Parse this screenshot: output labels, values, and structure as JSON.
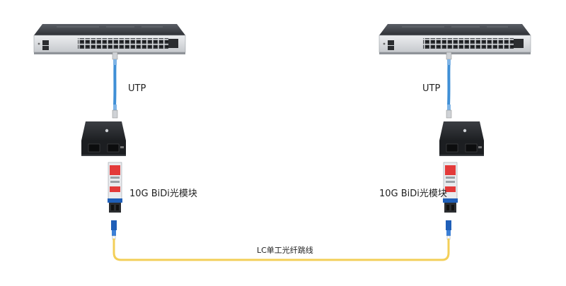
{
  "labels": {
    "utp_left": "UTP",
    "utp_right": "UTP",
    "module_left": "10G BiDi光模块",
    "module_right": "10G BiDi光模块",
    "fiber": "LC单工光纤跳线"
  },
  "colors": {
    "switch_body": "#3a3d42",
    "switch_front": "#d8dadd",
    "utp_cable": "#3f8fd6",
    "fiber_cable": "#f3cf58",
    "lc_connector": "#1f5fb8",
    "converter_body": "#2a2c30",
    "sfp_label": "#e33a3a"
  }
}
